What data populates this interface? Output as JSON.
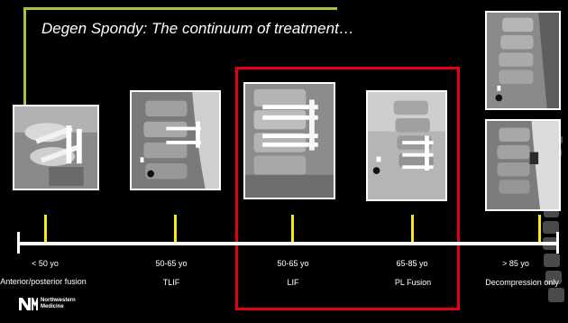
{
  "slide": {
    "title": "Degen Spondy: The continuum of treatment…"
  },
  "timeline": [
    {
      "age": "< 50 yo",
      "procedure": "Anterior/posterior fusion"
    },
    {
      "age": "50-65 yo",
      "procedure": "TLIF"
    },
    {
      "age": "50-65 yo",
      "procedure": "LIF"
    },
    {
      "age": "65-85 yo",
      "procedure": "PL Fusion"
    },
    {
      "age": "> 85 yo",
      "procedure": "Decompression only"
    }
  ],
  "logo": {
    "name": "Northwestern Medicine"
  },
  "colors": {
    "background": "#000000",
    "accent": "#a9c23f",
    "highlight": "#e3000f",
    "marker": "#f5ea14",
    "text": "#ffffff"
  }
}
